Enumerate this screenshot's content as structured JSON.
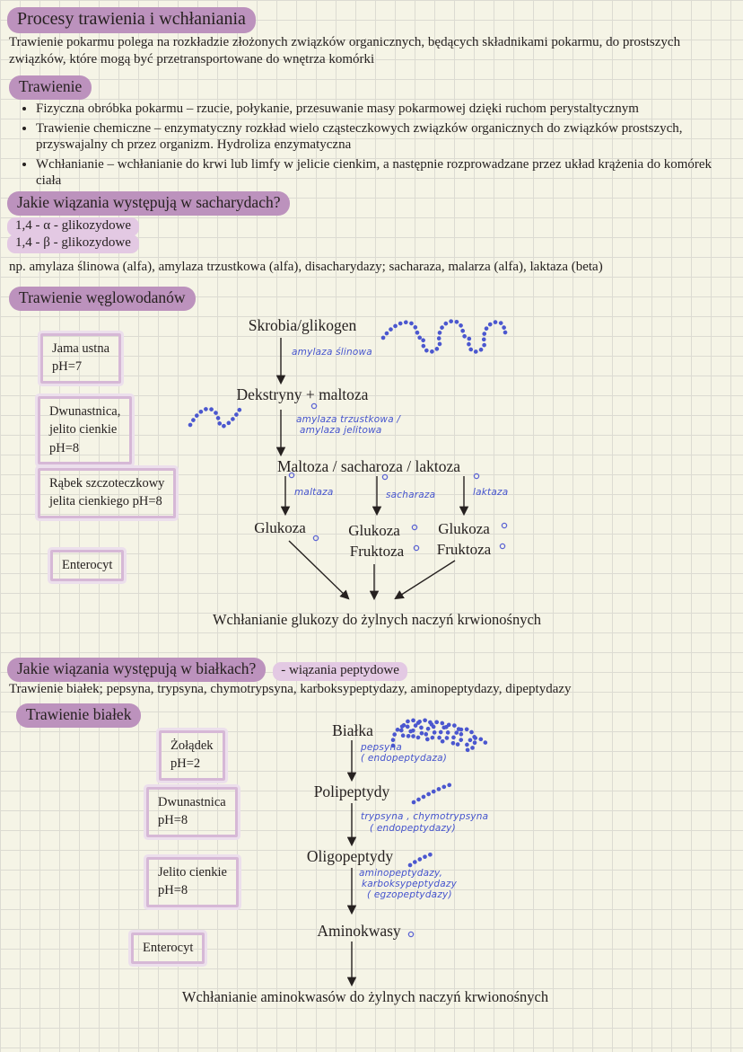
{
  "colors": {
    "paper": "#f5f4e6",
    "grid": "#dcdbd2",
    "ink": "#262120",
    "highlight_strong": "#bc92bd",
    "highlight_light": "#e3c9e3",
    "box_border": "#d6b8d6",
    "pen_blue": "#4453cd"
  },
  "header": {
    "title": "Procesy trawienia i wchłaniania",
    "intro": "Trawienie pokarmu polega na rozkładzie złożonych związków organicznych, będących składnikami pokarmu, do prostszych związków, które mogą być przetransportowane do wnętrza komórki"
  },
  "digestion": {
    "heading": "Trawienie",
    "bullets": [
      "Fizyczna obróbka pokarmu – rzucie, połykanie, przesuwanie masy pokarmowej dzięki ruchom perystaltycznym",
      "Trawienie chemiczne – enzymatyczny rozkład wielo cząsteczkowych związków organicznych do związków prostszych, przyswajalny ch przez organizm. Hydroliza enzymatyczna",
      "Wchłanianie – wchłanianie do krwi lub limfy w jelicie cienkim, a następnie rozprowadzane przez układ krążenia do komórek ciała"
    ]
  },
  "saccharides": {
    "heading": "Jakie wiązania występują w sacharydach?",
    "bond_alpha": "1,4 - α - glikozydowe",
    "bond_beta": "1,4 - β - glikozydowe",
    "examples": "np. amylaza ślinowa (alfa), amylaza trzustkowa (alfa), disacharydazy; sacharaza, malarza (alfa), laktaza (beta)"
  },
  "carb_diagram": {
    "heading": "Trawienie węglowodanów",
    "boxes": {
      "mouth": "Jama ustna\npH=7",
      "duodenum": "Dwunastnica,\njelito cienkie\npH=8",
      "brush_border": "Rąbek szczoteczkowy\njelita cienkiego pH=8",
      "enterocyte": "Enterocyt"
    },
    "nodes": {
      "start": "Skrobia/glikogen",
      "step2": "Dekstryny + maltoza",
      "step3": "Maltoza  /  sacharoza  /  laktoza",
      "glucose1": "Glukoza",
      "glucose2": "Glukoza",
      "fructose2": "Fruktoza",
      "glucose3": "Glukoza",
      "fructose3": "Fruktoza",
      "result": "Wchłanianie glukozy do żylnych naczyń krwionośnych"
    },
    "enzymes": {
      "salivary": "amylaza ślinowa",
      "pancreatic_line1": "amylaza trzustkowa /",
      "pancreatic_line2": "amylaza jelitowa",
      "maltase": "maltaza",
      "sucrase": "sacharaza",
      "lactase": "laktaza"
    }
  },
  "protein_bonds": {
    "heading": "Jakie wiązania występują w białkach?",
    "bond_type": "- wiązania peptydowe",
    "enzymes_line": "Trawienie białek; pepsyna, trypsyna, chymotrypsyna, karboksypeptydazy, aminopeptydazy, dipeptydazy"
  },
  "protein_diagram": {
    "heading": "Trawienie białek",
    "boxes": {
      "stomach": "Żołądek\npH=2",
      "duodenum": "Dwunastnica\npH=8",
      "small_intestine": "Jelito cienkie\npH=8",
      "enterocyte": "Enterocyt"
    },
    "nodes": {
      "start": "Białka",
      "step2": "Polipeptydy",
      "step3": "Oligopeptydy",
      "step4": "Aminokwasy",
      "result": "Wchłanianie aminokwasów do żylnych naczyń krwionośnych"
    },
    "enzymes": {
      "pepsin_line1": "pepsyna",
      "pepsin_line2": "( endopeptydaza)",
      "trypsin_line1": "trypsyna , chymotrypsyna",
      "trypsin_line2": "( endopeptydazy)",
      "amino_line1": "aminopeptydazy,",
      "amino_line2": "karboksypeptydazy",
      "amino_line3": "( egzopeptydazy)"
    }
  }
}
